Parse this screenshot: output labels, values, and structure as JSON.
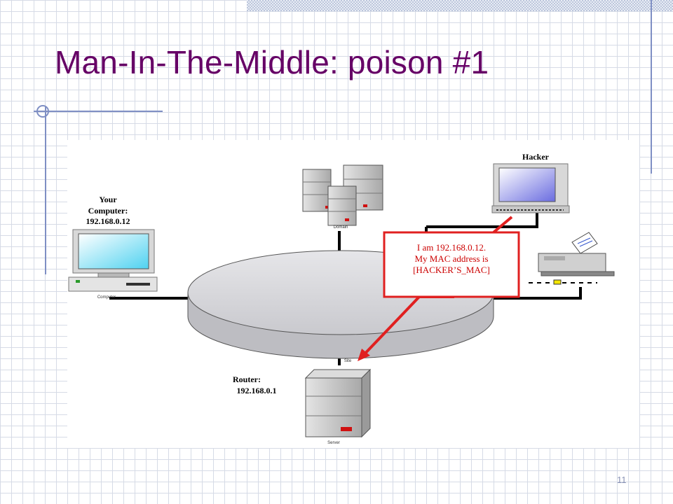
{
  "slide": {
    "title": "Man-In-The-Middle: poison #1",
    "page_number": "11"
  },
  "diagram": {
    "your_computer": {
      "label_line1": "Your",
      "label_line2": "Computer:",
      "ip": "192.168.0.12",
      "caption": "Computer"
    },
    "servers": {
      "caption": "Domain"
    },
    "hacker": {
      "label": "Hacker"
    },
    "router": {
      "label": "Router:",
      "ip": "192.168.0.1",
      "hub_caption": "Site",
      "caption": "Server"
    },
    "callout": {
      "line1": "I am 192.168.0.12.",
      "line2": "My MAC address is",
      "line3": "[HACKER’S_MAC]"
    }
  },
  "colors": {
    "title": "#660066",
    "callout_border": "#e02020",
    "arrow": "#e02020",
    "network_disc": "#d9d9dc",
    "cable": "#000000"
  }
}
